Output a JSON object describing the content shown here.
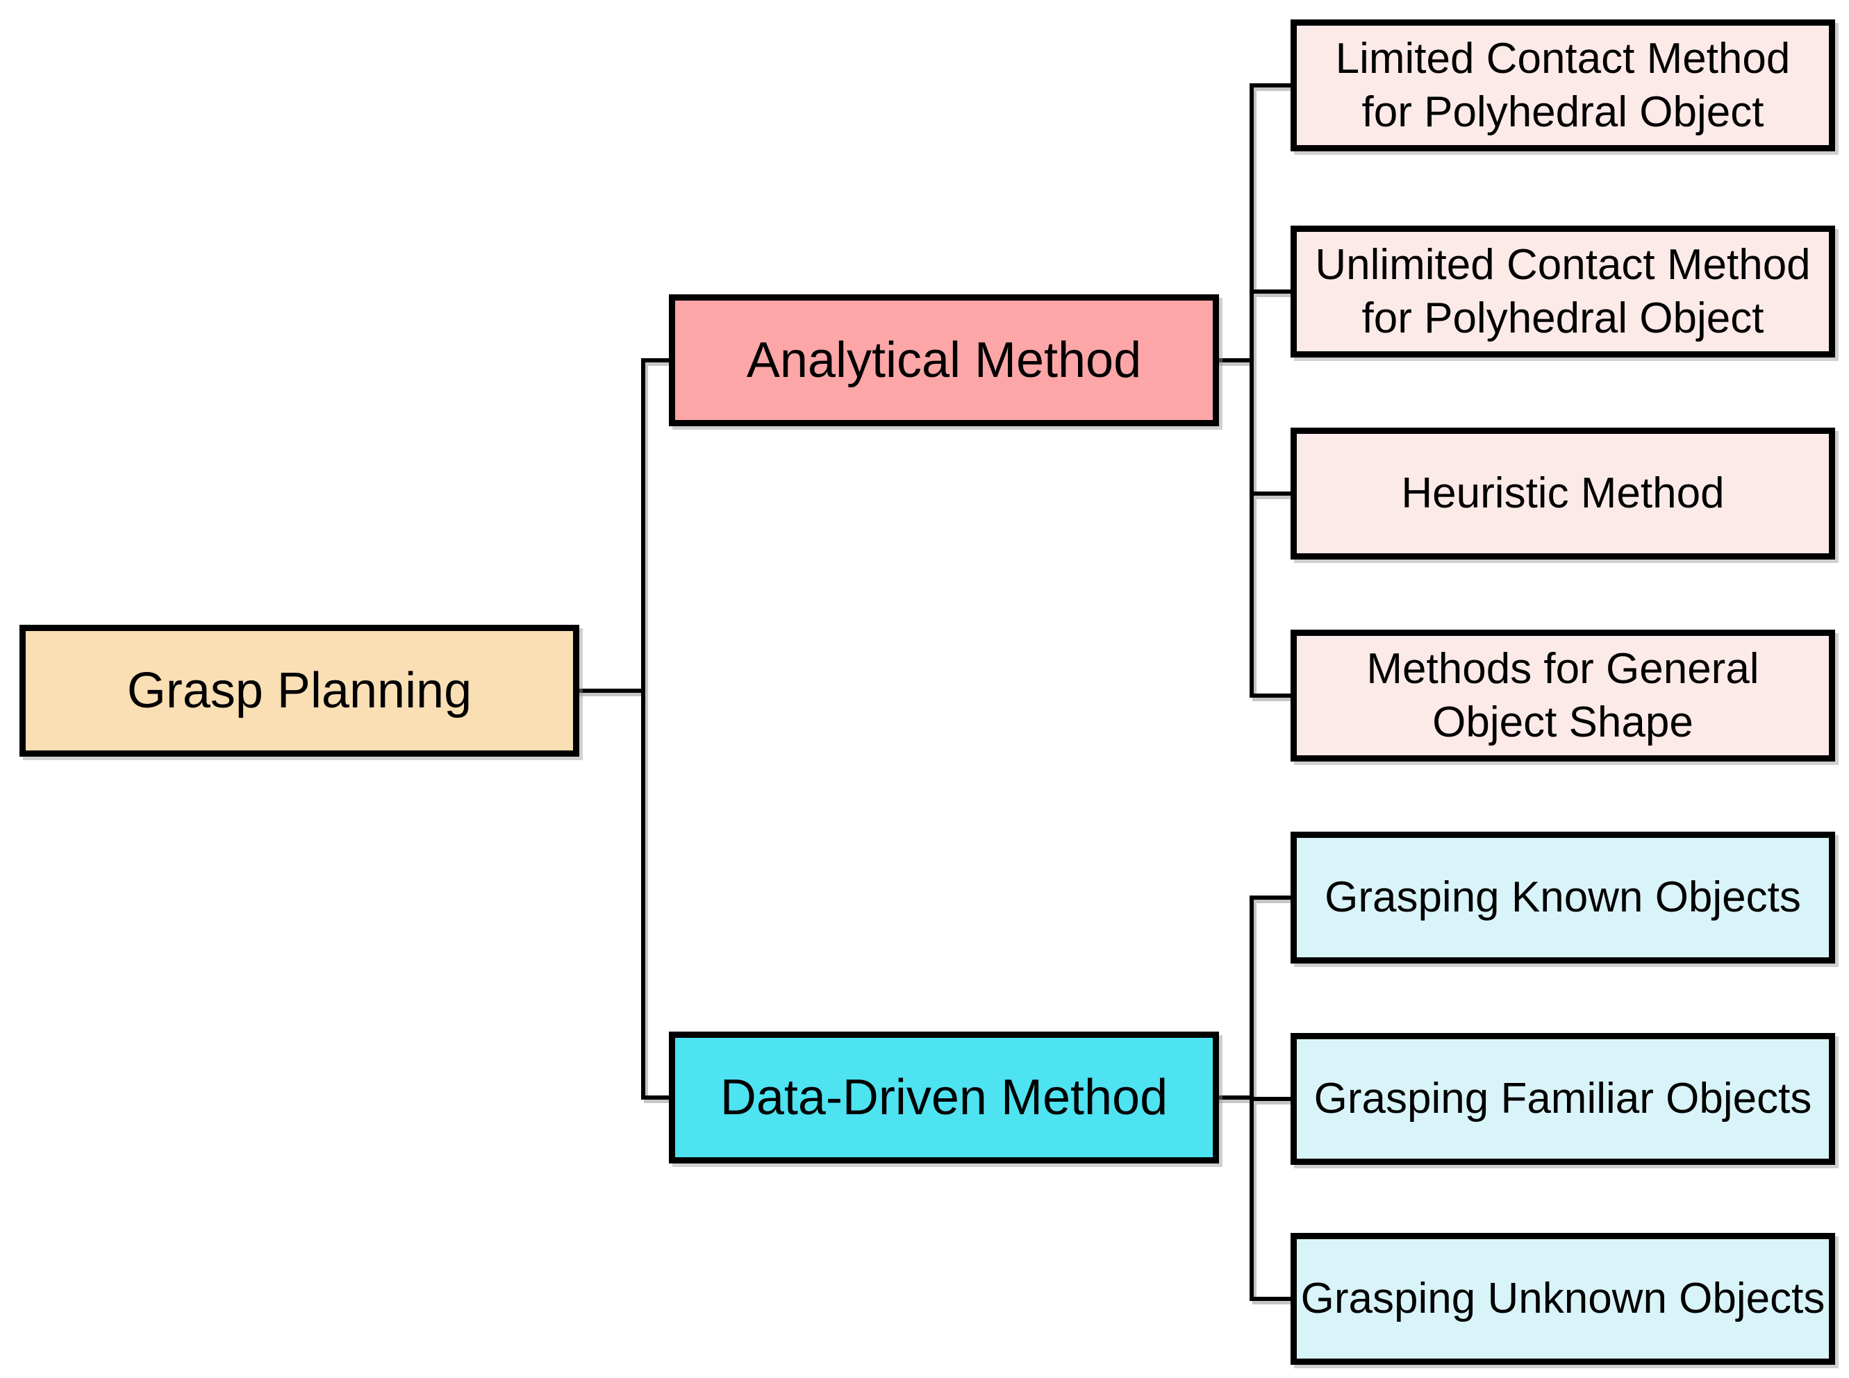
{
  "diagram": {
    "background": "#FFFFFF",
    "line_color": "#000000",
    "node_border_color": "#000000",
    "root": {
      "label": "Grasp Planning",
      "fill": "#FBDFB4"
    },
    "branches": [
      {
        "label": "Analytical Method",
        "fill": "#FCA6A7",
        "child_fill": "#FCEAE8",
        "children": [
          {
            "label": "Limited Contact Method\nfor Polyhedral Object"
          },
          {
            "label": "Unlimited Contact Method\nfor Polyhedral Object"
          },
          {
            "label": "Heuristic Method"
          },
          {
            "label": "Methods for General\nObject Shape"
          }
        ]
      },
      {
        "label": "Data-Driven Method",
        "fill": "#4DE3F1",
        "child_fill": "#D9F4F8",
        "children": [
          {
            "label": "Grasping Known Objects"
          },
          {
            "label": "Grasping Familiar Objects"
          },
          {
            "label": "Grasping Unknown Objects"
          }
        ]
      }
    ]
  }
}
